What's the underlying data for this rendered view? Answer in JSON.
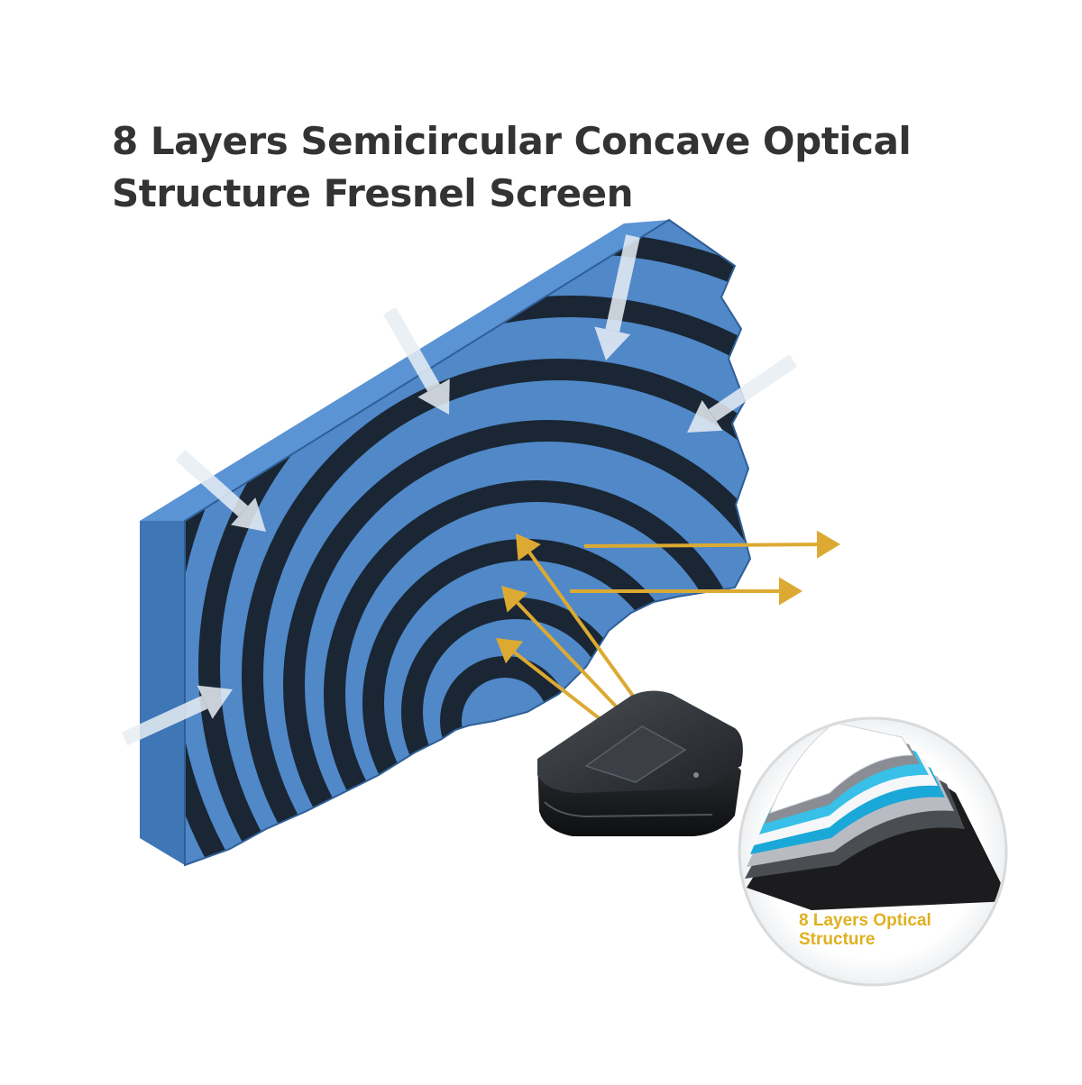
{
  "title": {
    "line1": "8 Layers Semicircular Concave Optical",
    "line2": "Structure Fresnel Screen"
  },
  "inset": {
    "caption_line1": "8 Layers Optical",
    "caption_line2": "Structure"
  },
  "colors": {
    "screen_blue": "#5088c8",
    "screen_dark": "#1a2634",
    "screen_side": "#3e76b6",
    "ray_gold": "#dcaa32",
    "ambient_arrow": "#e8eef4",
    "title_text": "#333333",
    "caption_text": "#e0b020"
  },
  "icons": {
    "projector": "ultra-short-throw-projector-icon",
    "ambient_arrow": "ambient-light-arrow-icon",
    "reflected_ray": "reflected-light-arrow-icon"
  }
}
